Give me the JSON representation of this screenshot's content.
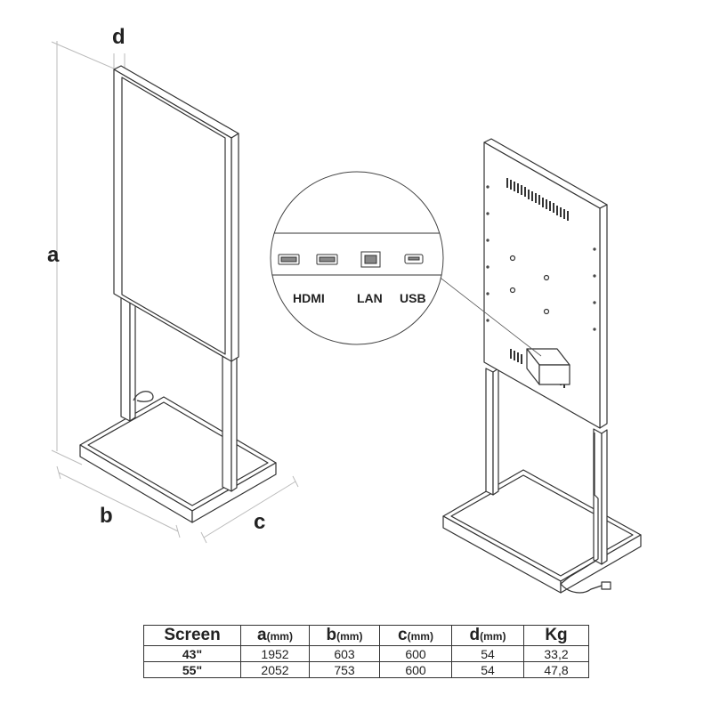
{
  "dimensions": {
    "a": "a",
    "b": "b",
    "c": "c",
    "d": "d"
  },
  "ports": [
    "HDMI",
    "LAN",
    "USB"
  ],
  "table": {
    "headers": [
      {
        "main": "Screen",
        "unit": ""
      },
      {
        "main": "a",
        "unit": "(mm)"
      },
      {
        "main": "b",
        "unit": "(mm)"
      },
      {
        "main": "c",
        "unit": "(mm)"
      },
      {
        "main": "d",
        "unit": "(mm)"
      },
      {
        "main": "Kg",
        "unit": ""
      }
    ],
    "rows": [
      [
        "43\"",
        "1952",
        "603",
        "600",
        "54",
        "33,2"
      ],
      [
        "55\"",
        "2052",
        "753",
        "600",
        "54",
        "47,8"
      ]
    ]
  }
}
